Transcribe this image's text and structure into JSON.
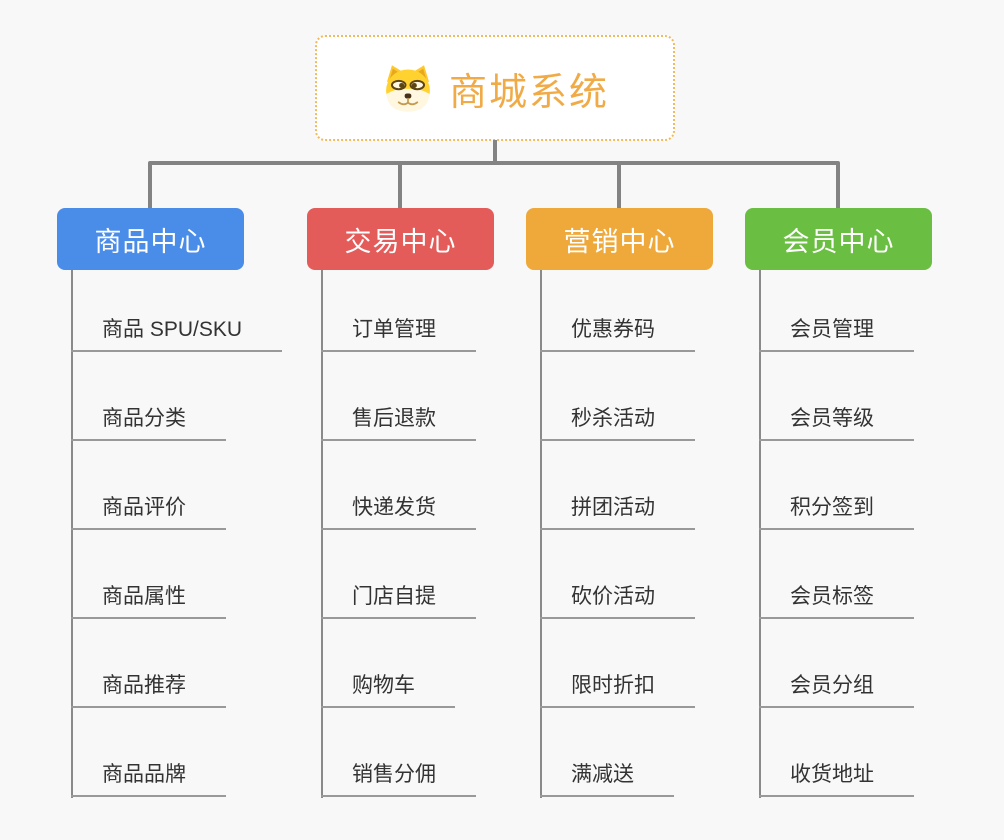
{
  "root": {
    "title": "商城系统",
    "icon": "dog-face-icon",
    "title_color": "#F0AB47",
    "border_color": "#F2BA5C"
  },
  "branches": [
    {
      "label": "商品中心",
      "color": "#4A8DE9",
      "children": [
        "商品 SPU/SKU",
        "商品分类",
        "商品评价",
        "商品属性",
        "商品推荐",
        "商品品牌"
      ]
    },
    {
      "label": "交易中心",
      "color": "#E45C5A",
      "children": [
        "订单管理",
        "售后退款",
        "快递发货",
        "门店自提",
        "购物车",
        "销售分佣"
      ]
    },
    {
      "label": "营销中心",
      "color": "#EFA93A",
      "children": [
        "优惠券码",
        "秒杀活动",
        "拼团活动",
        "砍价活动",
        "限时折扣",
        "满减送"
      ]
    },
    {
      "label": "会员中心",
      "color": "#6ABE41",
      "children": [
        "会员管理",
        "会员等级",
        "积分签到",
        "会员标签",
        "会员分组",
        "收货地址"
      ]
    }
  ],
  "style": {
    "background": "#F8F8F8",
    "connector_color": "#838383",
    "child_underline_color": "#999999",
    "child_text_color": "#333333"
  }
}
